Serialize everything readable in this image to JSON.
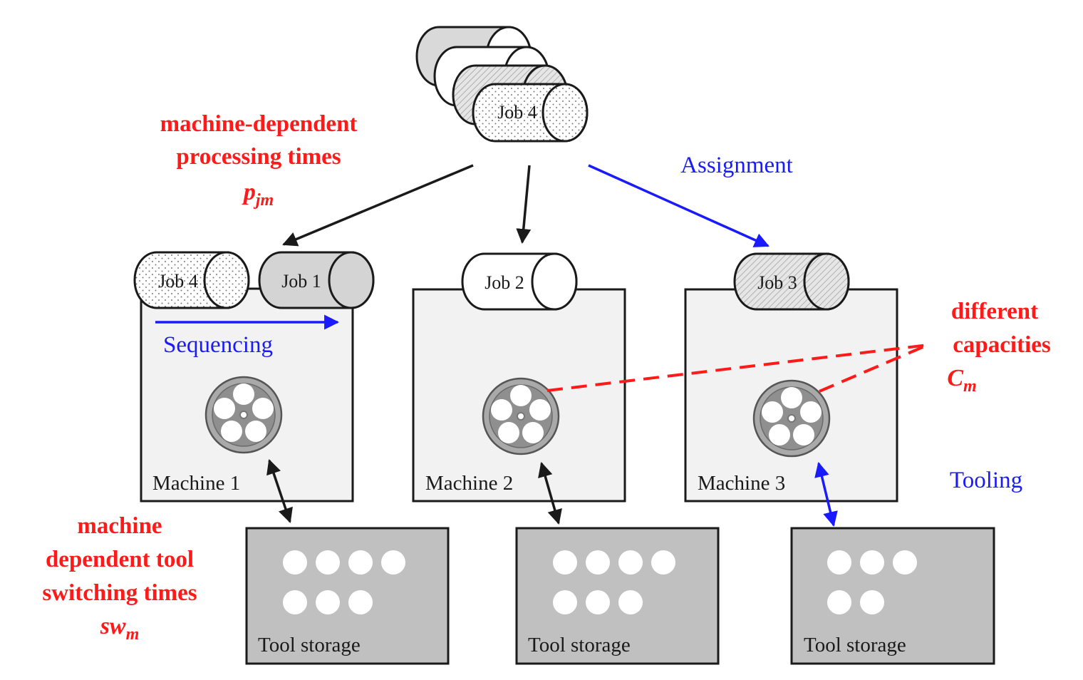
{
  "queue": {
    "front_job_label": "Job 4"
  },
  "assignment_label": "Assignment",
  "sequencing_label": "Sequencing",
  "tooling_label": "Tooling",
  "processing_times": {
    "line1": "machine-dependent",
    "line2": "processing times",
    "symbol": "p",
    "symbol_sub": "jm"
  },
  "capacities": {
    "line1": "different",
    "line2": "capacities",
    "symbol": "C",
    "symbol_sub": "m"
  },
  "switching_times": {
    "line1": "machine",
    "line2": "dependent tool",
    "line3": "switching times",
    "symbol": "sw",
    "symbol_sub": "m"
  },
  "machines": [
    {
      "label": "Machine 1",
      "jobs": [
        "Job 4",
        "Job 1"
      ]
    },
    {
      "label": "Machine 2",
      "jobs": [
        "Job 2"
      ]
    },
    {
      "label": "Machine 3",
      "jobs": [
        "Job 3"
      ]
    }
  ],
  "tool_storage": [
    {
      "label": "Tool storage",
      "tool_count": 7
    },
    {
      "label": "Tool storage",
      "tool_count": 7
    },
    {
      "label": "Tool storage",
      "tool_count": 5
    }
  ],
  "colors": {
    "red": "#ff1a1a",
    "blue": "#1a1aff",
    "machine_fill": "#f2f2f2",
    "storage_fill": "#c0c0c0",
    "job1_fill": "#d4d4d4"
  }
}
